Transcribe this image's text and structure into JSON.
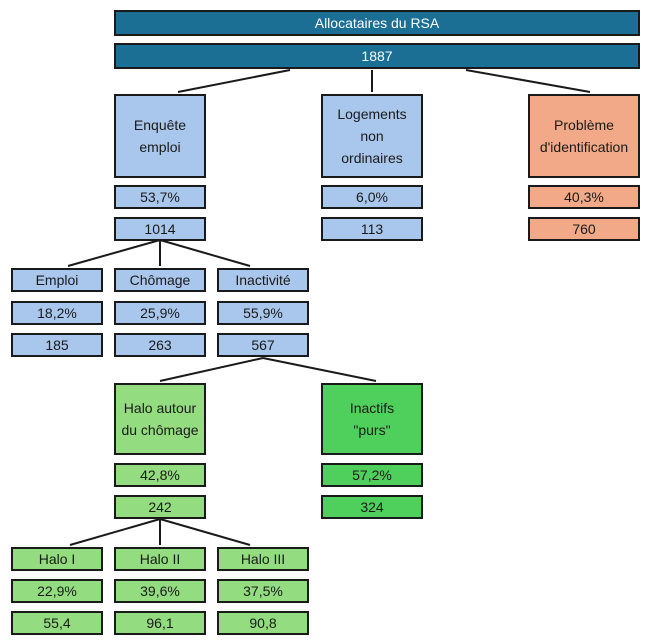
{
  "title": "Allocataires du RSA",
  "total": "1887",
  "level1": [
    {
      "label": "Enquête\nemploi",
      "pct": "53,7%",
      "count": "1014"
    },
    {
      "label": "Logements\nnon\nordinaires",
      "pct": "6,0%",
      "count": "113"
    },
    {
      "label": "Problème\nd'identification",
      "pct": "40,3%",
      "count": "760"
    }
  ],
  "level2": [
    {
      "label": "Emploi",
      "pct": "18,2%",
      "count": "185"
    },
    {
      "label": "Chômage",
      "pct": "25,9%",
      "count": "263"
    },
    {
      "label": "Inactivité",
      "pct": "55,9%",
      "count": "567"
    }
  ],
  "level3": [
    {
      "label": "Halo autour\ndu chômage",
      "pct": "42,8%",
      "count": "242"
    },
    {
      "label": "Inactifs\n\"purs\"",
      "pct": "57,2%",
      "count": "324"
    }
  ],
  "level4": [
    {
      "label": "Halo I",
      "pct": "22,9%",
      "count": "55,4"
    },
    {
      "label": "Halo II",
      "pct": "39,6%",
      "count": "96,1"
    },
    {
      "label": "Halo III",
      "pct": "37,5%",
      "count": "90,8"
    }
  ],
  "colors": {
    "header": "#1b6e94",
    "blue": "#a9c7ec",
    "orange": "#f1a987",
    "light_green": "#93dc7f",
    "green": "#4fd05c"
  }
}
